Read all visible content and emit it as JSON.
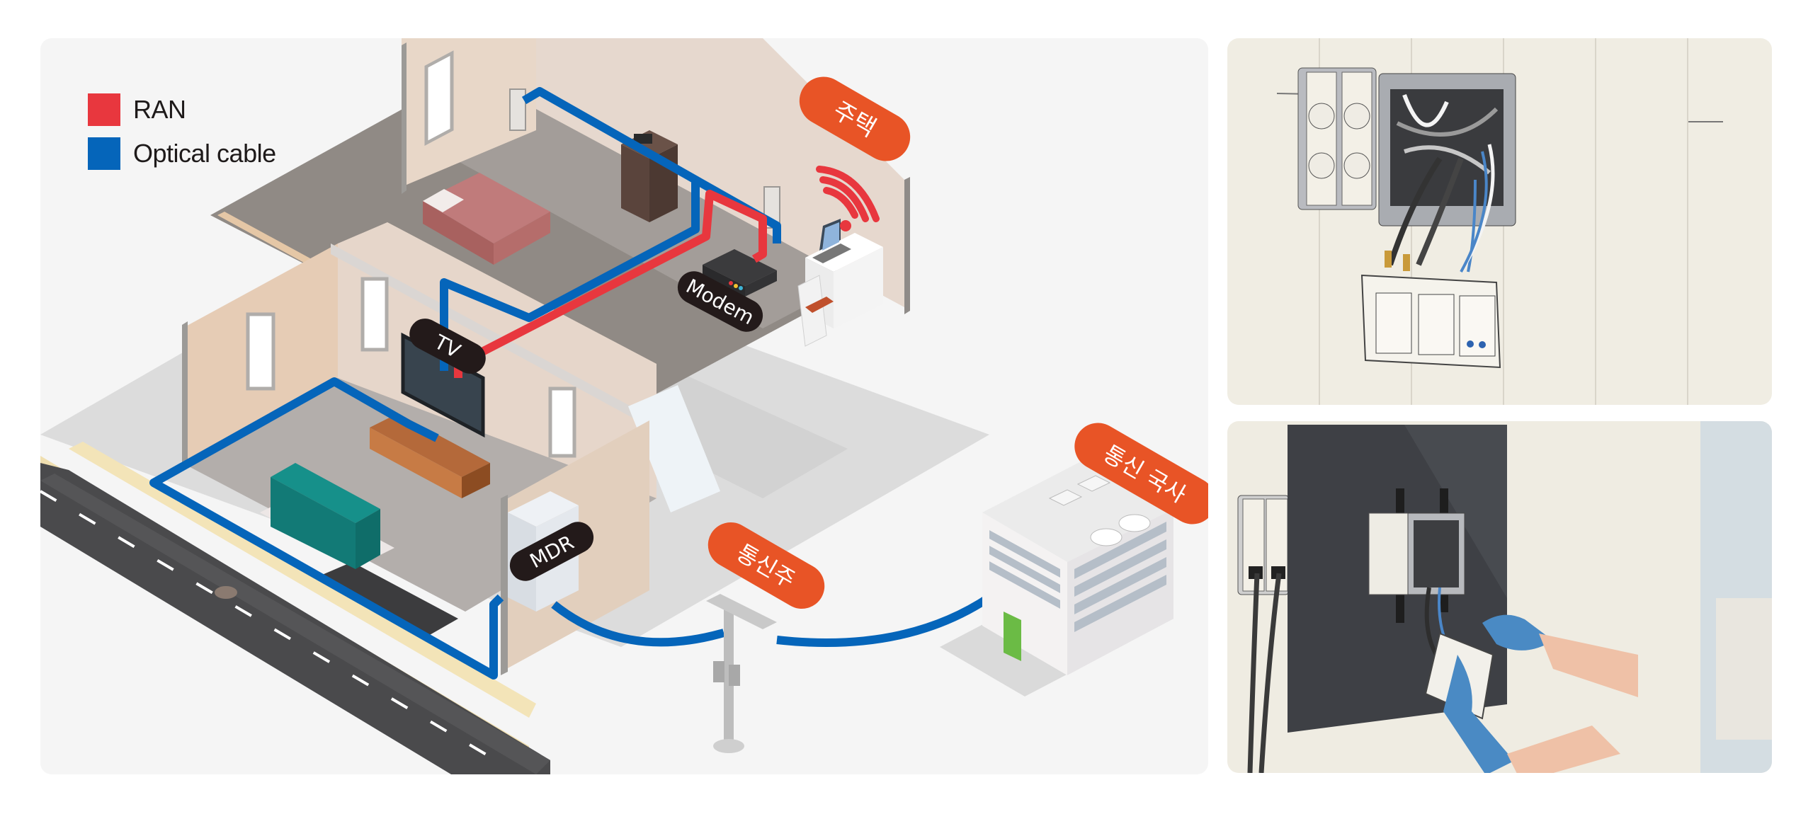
{
  "legend": {
    "items": [
      {
        "label": "RAN",
        "color": "#e8373e"
      },
      {
        "label": "Optical cable",
        "color": "#0565ba"
      }
    ]
  },
  "labels": {
    "house": "주택",
    "modem": "Modem",
    "tv": "TV",
    "mdr": "MDR",
    "utility_pole": "통신주",
    "central_office": "통신 국사"
  },
  "colors": {
    "accent_label": "#e85426",
    "dark_label": "#231a1a",
    "ran": "#e8373e",
    "optical": "#0565ba",
    "wifi": "#e8373e"
  },
  "photos": [
    {
      "description": "Wall outlet box with optical and LAN cables being installed"
    },
    {
      "description": "Gloved hands installing optical outlet behind wall-mounted TV"
    }
  ]
}
